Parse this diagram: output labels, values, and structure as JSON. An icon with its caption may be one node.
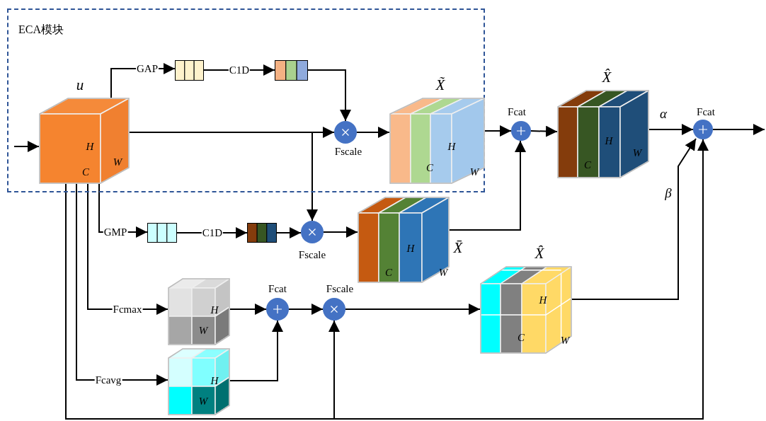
{
  "diagram": {
    "nodes": [
      {
        "text": [
          "ECA模块"
        ]
      },
      {
        "text": [
          "u",
          "H",
          "C",
          "W"
        ],
        "in": 0
      },
      {
        "text": [],
        "shape": "bar",
        "in": 0
      },
      {
        "text": [],
        "shape": "bar",
        "in": 0
      },
      {
        "text": [],
        "shape": "circle",
        "beside": [
          "Fscale"
        ],
        "in": 0
      },
      {
        "text": [
          "X̃",
          "H",
          "C",
          "W"
        ],
        "in": 0
      },
      {
        "text": [],
        "shape": "circle",
        "beside": [
          "Fcat"
        ]
      },
      {
        "text": [
          "X̂",
          "H",
          "C",
          "W"
        ]
      },
      {
        "text": [],
        "shape": "circle",
        "beside": [
          "Fcat"
        ]
      },
      {
        "text": [],
        "shape": "bar"
      },
      {
        "text": [],
        "shape": "bar"
      },
      {
        "text": [],
        "shape": "circle",
        "beside": [
          "Fscale"
        ]
      },
      {
        "text": [
          "X̄",
          "H",
          "C",
          "W"
        ]
      },
      {
        "text": [
          "H",
          "W"
        ]
      },
      {
        "text": [
          "H",
          "W"
        ]
      },
      {
        "text": [],
        "shape": "circle",
        "beside": [
          "Fcat"
        ]
      },
      {
        "text": [],
        "shape": "circle",
        "beside": [
          "Fscale"
        ]
      },
      {
        "text": [
          "X̑",
          "H",
          "C",
          "W"
        ]
      }
    ],
    "edges": [
      {
        "from": null,
        "to": 1,
        "arrow": "to"
      },
      {
        "from": 1,
        "to": 2,
        "arrow": "to",
        "label": "GAP"
      },
      {
        "from": 2,
        "to": 3,
        "arrow": "to",
        "label": "C1D"
      },
      {
        "from": 3,
        "to": 4,
        "arrow": "to"
      },
      {
        "from": 1,
        "to": 4,
        "arrow": "to"
      },
      {
        "from": 4,
        "to": 5,
        "arrow": "to"
      },
      {
        "from": 1,
        "to": 11,
        "arrow": "to"
      },
      {
        "from": 5,
        "to": 6,
        "arrow": "to"
      },
      {
        "from": 6,
        "to": 7,
        "arrow": "to"
      },
      {
        "from": 7,
        "to": 8,
        "arrow": "to",
        "label": "α"
      },
      {
        "from": 12,
        "to": 6,
        "arrow": "to"
      },
      {
        "from": 1,
        "to": 9,
        "arrow": "to",
        "label": "GMP"
      },
      {
        "from": 9,
        "to": 10,
        "arrow": "to",
        "label": "C1D"
      },
      {
        "from": 10,
        "to": 11,
        "arrow": "to"
      },
      {
        "from": 11,
        "to": 12,
        "arrow": "to"
      },
      {
        "from": 1,
        "to": 13,
        "arrow": "to",
        "label": "Fcmax"
      },
      {
        "from": 1,
        "to": 14,
        "arrow": "to",
        "label": "Fcavg"
      },
      {
        "from": 13,
        "to": 15,
        "arrow": "to"
      },
      {
        "from": 14,
        "to": 15,
        "arrow": "to"
      },
      {
        "from": 15,
        "to": 16,
        "arrow": "to"
      },
      {
        "from": 16,
        "to": 17,
        "arrow": "to"
      },
      {
        "from": 17,
        "to": 8,
        "arrow": "to",
        "label": "β"
      },
      {
        "from": 1,
        "to": 16,
        "arrow": "to"
      },
      {
        "from": 1,
        "to": 8,
        "arrow": "to"
      },
      {
        "from": 8,
        "to": null,
        "arrow": "to"
      }
    ]
  }
}
